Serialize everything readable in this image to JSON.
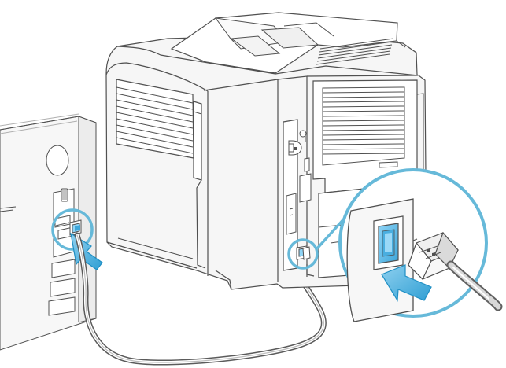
{
  "illustration": {
    "subject": "printer-usb-connection",
    "computer_present": true,
    "printer_present": true,
    "usb_cable_present": true,
    "callout_count": 2,
    "arrow_count": 2
  },
  "colors": {
    "highlight_blue": "#66b9d9",
    "arrow_blue": "#35a3d6",
    "line_gray": "#505050",
    "light_gray": "#f3f3f3",
    "mid_gray": "#dcdcdc",
    "dark_gray": "#9a9a9a",
    "white": "#ffffff"
  },
  "icons": {
    "computer": "desktop-tower-icon",
    "printer": "printer-icon",
    "usb_port": "usb-b-port-icon",
    "usb_plug": "usb-b-plug-icon",
    "arrow_computer": "insert-arrow-icon",
    "arrow_printer": "insert-arrow-icon"
  }
}
